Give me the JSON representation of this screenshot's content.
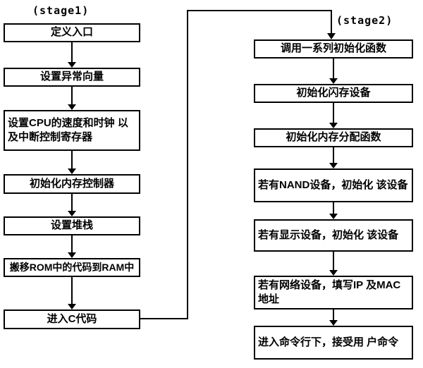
{
  "diagram": {
    "title_implicit": "Bootloader 启动流程",
    "stage1": {
      "label": "(stage1)",
      "boxes": [
        {
          "label": "定义入口"
        },
        {
          "label": "设置异常向量"
        },
        {
          "label": "设置CPU的速度和时钟 以及中断控制寄存器"
        },
        {
          "label": "初始化内存控制器"
        },
        {
          "label": "设置堆栈"
        },
        {
          "label": "搬移ROM中的代码到RAM中"
        },
        {
          "label": "进入C代码"
        }
      ]
    },
    "stage2": {
      "label": "(stage2)",
      "boxes": [
        {
          "label": "调用一系列初始化函数"
        },
        {
          "label": "初始化闪存设备"
        },
        {
          "label": "初始化内存分配函数"
        },
        {
          "label": "若有NAND设备，初始化 该设备"
        },
        {
          "label": "若有显示设备，初始化 该设备"
        },
        {
          "label": "若有网络设备，填写IP 及MAC地址"
        },
        {
          "label": "进入命令行下，接受用 户命令"
        }
      ]
    }
  }
}
